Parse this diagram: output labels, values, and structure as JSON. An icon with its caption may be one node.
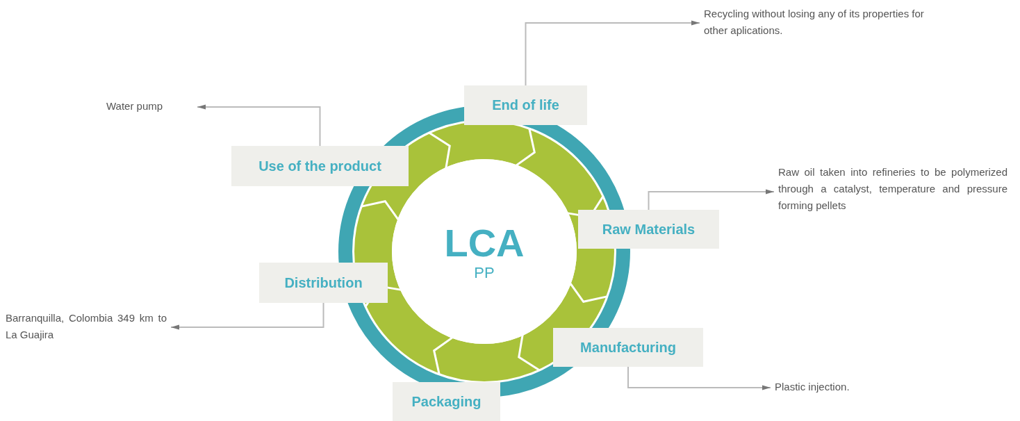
{
  "diagram": {
    "nodes": [
      {
        "text": [
          "Recycling without losing any of its properties for other aplications."
        ]
      },
      {
        "text": [
          "Water pump"
        ]
      },
      {
        "text": [
          "End of life"
        ]
      },
      {
        "text": [
          "Use of the product"
        ]
      },
      {
        "text": [
          "LCA",
          "PP"
        ]
      },
      {
        "text": [
          "Raw Materials"
        ]
      },
      {
        "text": [
          "Raw oil taken into refineries to be polymerized through a catalyst, temperature and pressure forming pellets"
        ]
      },
      {
        "text": [
          "Distribution"
        ]
      },
      {
        "text": [
          "Barranquilla, Colombia 349 km to La Guajira"
        ]
      },
      {
        "text": [
          "Manufacturing"
        ]
      },
      {
        "text": [
          "Plastic injection."
        ]
      },
      {
        "text": [
          "Packaging"
        ]
      }
    ],
    "edges": [
      {
        "from": 2,
        "to": 0,
        "arrow": "to"
      },
      {
        "from": 3,
        "to": 1,
        "arrow": "to"
      },
      {
        "from": 5,
        "to": 6,
        "arrow": "to"
      },
      {
        "from": 7,
        "to": 8,
        "arrow": "to"
      },
      {
        "from": 9,
        "to": 10,
        "arrow": "to"
      }
    ]
  }
}
